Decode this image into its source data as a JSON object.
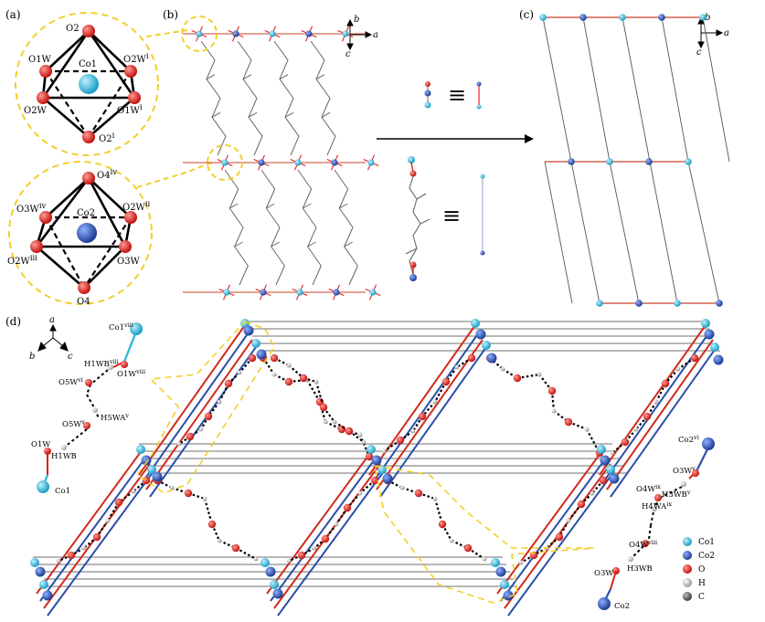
{
  "panels": {
    "a": {
      "label": "(a)",
      "oct1": {
        "top": "O2",
        "left_upper": "O1W",
        "right_upper": "O2W",
        "right_upper_sup": "i",
        "center": "Co1",
        "left_lower": "O2W",
        "right_lower": "O1W",
        "right_lower_sup": "i",
        "bottom": "O2",
        "bottom_sup": "i"
      },
      "oct2": {
        "top": "O4",
        "top_sup": "iv",
        "left_upper": "O3W",
        "left_upper_sup": "iv",
        "right_upper": "O2W",
        "right_upper_sup": "ii",
        "center": "Co2",
        "left_lower": "O2W",
        "left_lower_sup": "iii",
        "right_lower": "O3W",
        "bottom": "O4"
      }
    },
    "b": {
      "label": "(b)",
      "axes": {
        "a": "a",
        "b": "b",
        "c": "c"
      },
      "equiv": "≡"
    },
    "c": {
      "label": "(c)",
      "axes": {
        "a": "a",
        "b": "b",
        "c": "c"
      }
    },
    "d": {
      "label": "(d)",
      "axes": {
        "a": "a",
        "b": "b",
        "c": "c"
      },
      "left_labels": {
        "co1_top": "Co1",
        "co1_top_sup": "viii",
        "h1wb_top": "H1WB",
        "h1wb_top_sup": "viii",
        "o1w_top": "O1W",
        "o1w_top_sup": "viii",
        "o5w_top": "O5W",
        "o5w_top_sup": "vi",
        "h5wa": "H5WA",
        "h5wa_sup": "v",
        "o5w_mid": "O5W",
        "o5w_mid_sup": "v",
        "o1w": "O1W",
        "h1wb": "H1WB",
        "co1": "Co1"
      },
      "right_labels": {
        "co2_top": "Co2",
        "co2_top_sup": "vi",
        "o3w_top": "O3W",
        "o3w_top_sup": "v",
        "o4w_top": "O4W",
        "o4w_top_sup": "ix",
        "h3wb_top": "H3WB",
        "h3wb_top_sup": "v",
        "h4wa": "H4WA",
        "h4wa_sup": "ix",
        "o4w_mid": "O4W",
        "o4w_mid_sup": "viii",
        "o3w": "O3W",
        "h3wb": "H3WB",
        "co2": "Co2"
      },
      "legend": [
        {
          "label": "Co1",
          "color": "#2bb3d6"
        },
        {
          "label": "Co2",
          "color": "#2a4fa8"
        },
        {
          "label": "O",
          "color": "#e0201b"
        },
        {
          "label": "H",
          "color": "#c8c8c8"
        },
        {
          "label": "C",
          "color": "#6a6a6a"
        }
      ]
    }
  },
  "colors": {
    "co1": "#2bb3d6",
    "co2": "#2a4fa8",
    "o": "#e0201b",
    "h": "#cfcfcf",
    "c": "#6a6a6a",
    "highlight": "#f2cf2a",
    "bond": "#000000"
  }
}
